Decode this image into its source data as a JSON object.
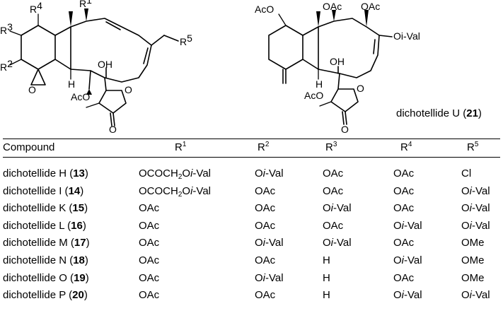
{
  "structures": {
    "left": {
      "substituents": [
        "R",
        "R",
        "R",
        "R",
        "R"
      ],
      "sup": [
        "1",
        "2",
        "3",
        "4",
        "5"
      ],
      "oh": "OH",
      "h": "H",
      "aco": "AcO",
      "o": "O",
      "carbonyl_o": "O",
      "epoxide_o": "O"
    },
    "right": {
      "aco_top": "AcO",
      "oac1": "OAc",
      "oac2": "OAc",
      "oival": "Oi-Val",
      "oh": "OH",
      "h": "H",
      "aco": "AcO",
      "o": "O",
      "carbonyl_o": "O"
    },
    "caption": {
      "name": "dichotellide U",
      "number": "21"
    }
  },
  "table": {
    "headers": [
      {
        "text": "Compound",
        "sup": ""
      },
      {
        "text": "R",
        "sup": "1"
      },
      {
        "text": "R",
        "sup": "2"
      },
      {
        "text": "R",
        "sup": "3"
      },
      {
        "text": "R",
        "sup": "4"
      },
      {
        "text": "R",
        "sup": "5"
      }
    ],
    "rows": [
      {
        "name": "dichotellide H",
        "num": "13",
        "r1": "OCOCH2Oi-Val",
        "r2": "Oi-Val",
        "r3": "OAc",
        "r4": "OAc",
        "r5": "Cl"
      },
      {
        "name": "dichotellide I",
        "num": "14",
        "r1": "OCOCH2Oi-Val",
        "r2": "OAc",
        "r3": "OAc",
        "r4": "OAc",
        "r5": "Oi-Val"
      },
      {
        "name": "dichotellide K",
        "num": "15",
        "r1": "OAc",
        "r2": "OAc",
        "r3": "Oi-Val",
        "r4": "OAc",
        "r5": "Oi-Val"
      },
      {
        "name": "dichotellide L",
        "num": "16",
        "r1": "OAc",
        "r2": "OAc",
        "r3": "OAc",
        "r4": "Oi-Val",
        "r5": "Oi-Val"
      },
      {
        "name": "dichotellide M",
        "num": "17",
        "r1": "OAc",
        "r2": "Oi-Val",
        "r3": "Oi-Val",
        "r4": "OAc",
        "r5": "OMe"
      },
      {
        "name": "dichotellide N",
        "num": "18",
        "r1": "OAc",
        "r2": "OAc",
        "r3": "H",
        "r4": "Oi-Val",
        "r5": "OMe"
      },
      {
        "name": "dichotellide O",
        "num": "19",
        "r1": "OAc",
        "r2": "Oi-Val",
        "r3": "H",
        "r4": "OAc",
        "r5": "OMe"
      },
      {
        "name": "dichotellide P",
        "num": "20",
        "r1": "OAc",
        "r2": "OAc",
        "r3": "H",
        "r4": "Oi-Val",
        "r5": "Oi-Val"
      }
    ]
  }
}
